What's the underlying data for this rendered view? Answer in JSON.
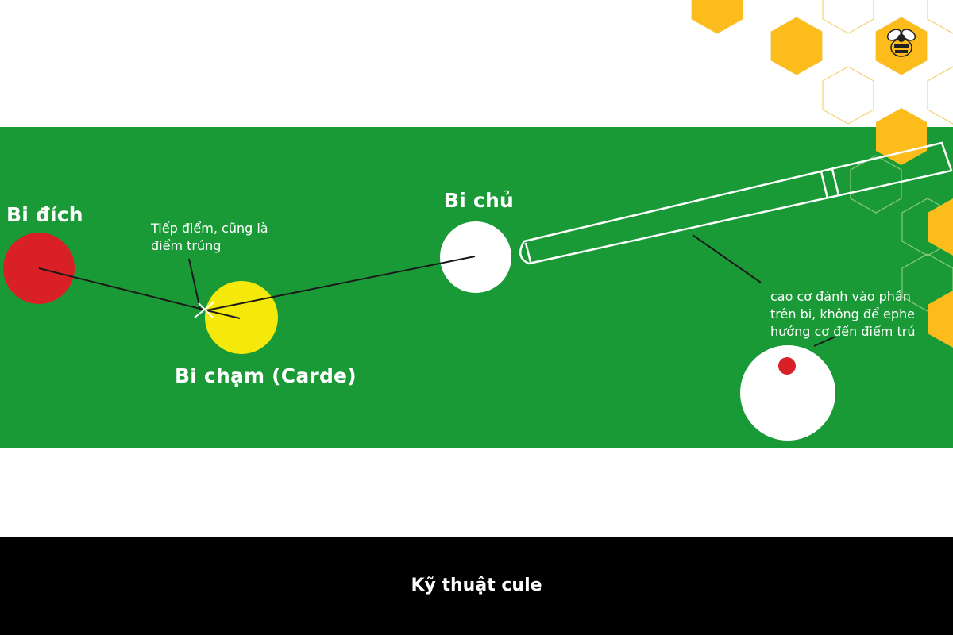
{
  "caption": "Kỹ thuật cule",
  "labels": {
    "target_ball": "Bi đích",
    "cue_ball": "Bi chủ",
    "contact_ball": "Bi chạm (Carde)",
    "contact_point": [
      "Tiếp điểm, cũng là",
      "điểm trúng"
    ],
    "cue_note": [
      "cao cơ đánh vào phần",
      "trên bi, không để ephe",
      "hướng cơ đến điểm trú"
    ]
  },
  "colors": {
    "felt": "#1a9a37",
    "target_ball": "#d92027",
    "contact_ball": "#f5e90c",
    "cue_ball": "#ffffff",
    "honeycomb": "#fbbc1c",
    "caption_bar": "#000000"
  },
  "icons": {
    "logo": "bee-icon"
  }
}
